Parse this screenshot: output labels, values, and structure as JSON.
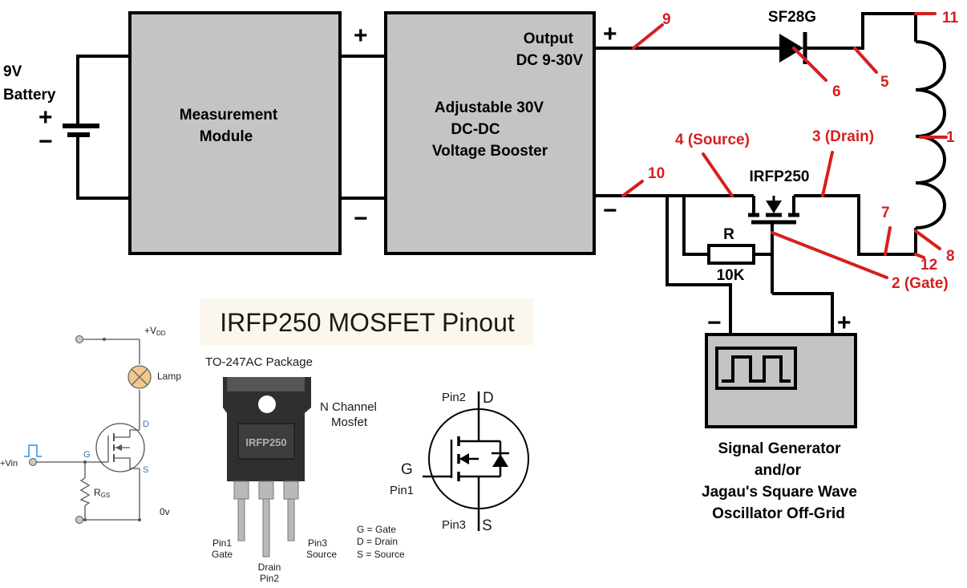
{
  "main_circuit": {
    "battery": {
      "line1": "9V",
      "line2": "Battery",
      "plus": "+",
      "minus": "−"
    },
    "measurement_module": {
      "line1": "Measurement",
      "line2": "Module"
    },
    "booster": {
      "line1": "Adjustable 30V",
      "line2": "DC-DC",
      "line3": "Voltage Booster",
      "output_line1": "Output",
      "output_line2": "DC 9-30V",
      "in_plus": "+",
      "in_minus": "−",
      "out_plus": "+",
      "out_minus": "−"
    },
    "diode_label": "SF28G",
    "mosfet_label": "IRFP250",
    "resistor_label": "R",
    "resistor_value": "10K",
    "signal_generator": {
      "minus": "−",
      "plus": "+",
      "caption_line1": "Signal Generator",
      "caption_line2": "and/or",
      "caption_line3": "Jagau's Square Wave",
      "caption_line4": "Oscillator Off-Grid"
    },
    "point_labels": {
      "p1": "1",
      "p2": "2 (Gate)",
      "p3": "3 (Drain)",
      "p4": "4 (Source)",
      "p5": "5",
      "p6": "6",
      "p7": "7",
      "p8": "8",
      "p9": "9",
      "p10": "10",
      "p11": "11",
      "p12": "12"
    }
  },
  "pinout": {
    "title": "IRFP250 MOSFET Pinout",
    "package": "TO-247AC Package",
    "chip_marking": "IRFP250",
    "type_line1": "N Channel",
    "type_line2": "Mosfet",
    "pin1_line1": "Pin1",
    "pin1_line2": "Gate",
    "pin2_line1": "Drain",
    "pin2_line2": "Pin2",
    "pin3_line1": "Pin3",
    "pin3_line2": "Source",
    "symbol_pin2": "Pin2",
    "symbol_d": "D",
    "symbol_g": "G",
    "symbol_pin1": "Pin1",
    "symbol_pin3": "Pin3",
    "symbol_s": "S",
    "legend_g": "G = Gate",
    "legend_d": "D = Drain",
    "legend_s": "S = Source"
  },
  "switch_circuit": {
    "vdd": "+V",
    "vdd_sub": "DD",
    "lamp": "Lamp",
    "d": "D",
    "g": "G",
    "s": "S",
    "vin": "+Vin",
    "rgs": "R",
    "rgs_sub": "GS",
    "zero_v": "0v"
  },
  "colors": {
    "box_fill": "#c4c4c4",
    "wire": "#000000",
    "annotation": "#d61f1f",
    "lamp": "#f3c88c",
    "chip": "#3a3a3a",
    "lead": "#b9b9b9",
    "title_bg": "#fbf7ec"
  }
}
